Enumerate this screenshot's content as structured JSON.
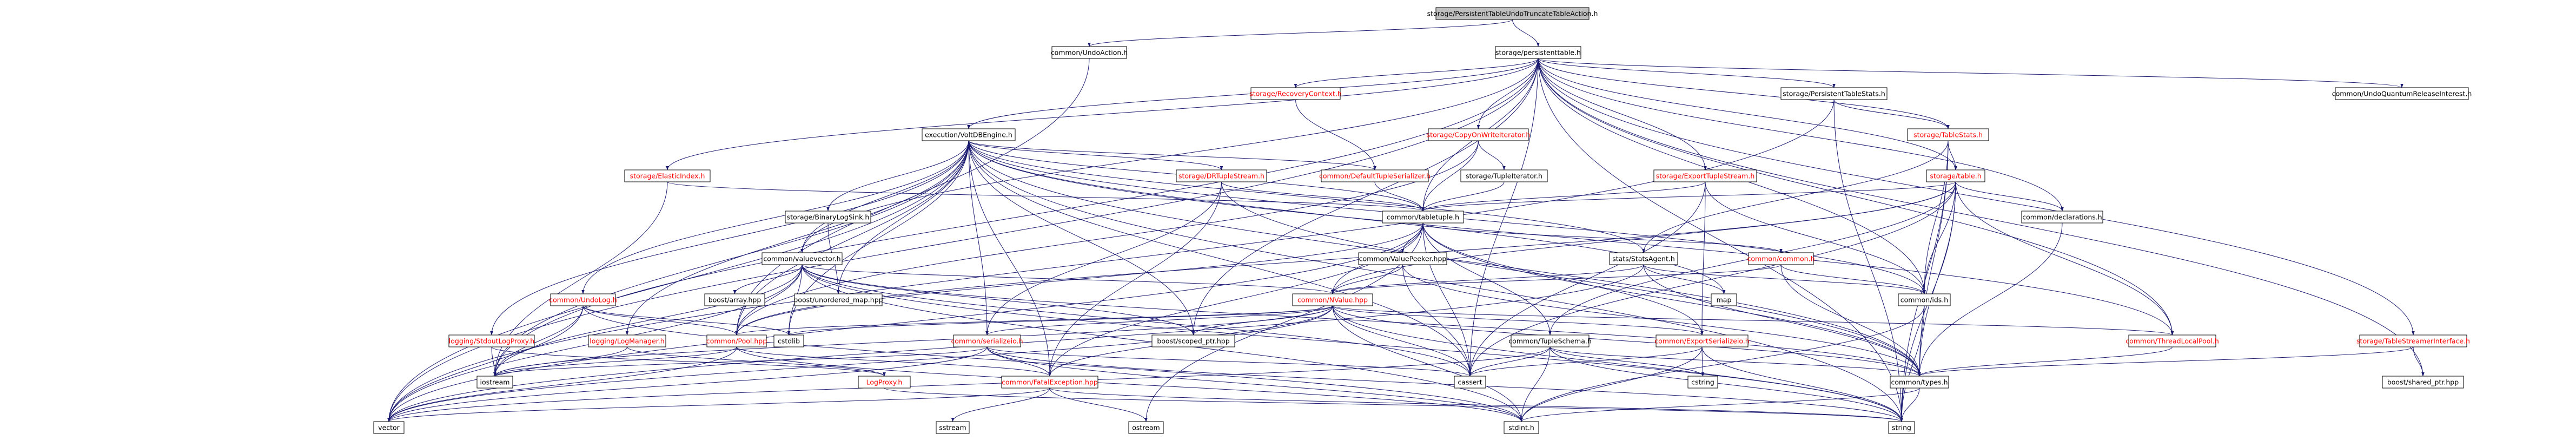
{
  "colors": {
    "edge": "#191970",
    "node_border": "#000000",
    "node_fill": "#ffffff",
    "root_fill": "#bfbfbf",
    "text_default": "#000000",
    "text_linked": "#ff0000"
  },
  "nodes": {
    "root": {
      "label": "storage/PersistentTableUndoTruncateTableAction.h",
      "style": "root"
    },
    "undoaction": {
      "label": "common/UndoAction.h",
      "style": "default"
    },
    "persistenttable": {
      "label": "storage/persistenttable.h",
      "style": "default"
    },
    "recoverycontext": {
      "label": "storage/RecoveryContext.h",
      "style": "linked"
    },
    "persistenttablestats": {
      "label": "storage/PersistentTableStats.h",
      "style": "default"
    },
    "undoquantum": {
      "label": "common/UndoQuantumReleaseInterest.h",
      "style": "default"
    },
    "voltdbengine": {
      "label": "execution/VoltDBEngine.h",
      "style": "default"
    },
    "copyonwriteiterator": {
      "label": "storage/CopyOnWriteIterator.h",
      "style": "linked"
    },
    "tablestats": {
      "label": "storage/TableStats.h",
      "style": "linked"
    },
    "defaulttupleserializer": {
      "label": "common/DefaultTupleSerializer.h",
      "style": "linked"
    },
    "elasticindex": {
      "label": "storage/ElasticIndex.h",
      "style": "linked"
    },
    "drtuplestream": {
      "label": "storage/DRTupleStream.h",
      "style": "linked"
    },
    "tupleiterator": {
      "label": "storage/TupleIterator.h",
      "style": "default"
    },
    "exporttuplestream": {
      "label": "storage/ExportTupleStream.h",
      "style": "linked"
    },
    "table": {
      "label": "storage/table.h",
      "style": "linked"
    },
    "binarylogsink": {
      "label": "storage/BinaryLogSink.h",
      "style": "default"
    },
    "tabletuple": {
      "label": "common/tabletuple.h",
      "style": "default"
    },
    "declarations": {
      "label": "common/declarations.h",
      "style": "default"
    },
    "valuevector": {
      "label": "common/valuevector.h",
      "style": "default"
    },
    "valuepeeker": {
      "label": "common/ValuePeeker.hpp",
      "style": "default"
    },
    "statsagent": {
      "label": "stats/StatsAgent.h",
      "style": "default"
    },
    "common_h": {
      "label": "common/common.h",
      "style": "linked"
    },
    "boost_array": {
      "label": "boost/array.hpp",
      "style": "default"
    },
    "undolog": {
      "label": "common/UndoLog.h",
      "style": "linked"
    },
    "unordered_map": {
      "label": "boost/unordered_map.hpp",
      "style": "default"
    },
    "nvalue": {
      "label": "common/NValue.hpp",
      "style": "linked"
    },
    "map": {
      "label": "map",
      "style": "default"
    },
    "ids": {
      "label": "common/ids.h",
      "style": "default"
    },
    "tablestreamer": {
      "label": "storage/TableStreamerInterface.h",
      "style": "linked"
    },
    "stdoutlogproxy": {
      "label": "logging/StdoutLogProxy.h",
      "style": "linked"
    },
    "logmanager": {
      "label": "logging/LogManager.h",
      "style": "linked"
    },
    "pool": {
      "label": "common/Pool.hpp",
      "style": "linked"
    },
    "cstdlib": {
      "label": "cstdlib",
      "style": "default"
    },
    "serializeio": {
      "label": "common/serializeio.h",
      "style": "linked"
    },
    "scoped_ptr": {
      "label": "boost/scoped_ptr.hpp",
      "style": "default"
    },
    "tupleschema": {
      "label": "common/TupleSchema.h",
      "style": "default"
    },
    "exportserializeio": {
      "label": "common/ExportSerializeio.h",
      "style": "linked"
    },
    "threadlocalpool": {
      "label": "common/ThreadLocalPool.h",
      "style": "linked"
    },
    "ostream": {
      "label": "ostream",
      "style": "default"
    },
    "logproxy": {
      "label": "LogProxy.h",
      "style": "linked"
    },
    "fatalexception": {
      "label": "common/FatalException.hpp",
      "style": "linked"
    },
    "cassert": {
      "label": "cassert",
      "style": "default"
    },
    "cstring": {
      "label": "cstring",
      "style": "default"
    },
    "types": {
      "label": "common/types.h",
      "style": "default"
    },
    "shared_ptr": {
      "label": "boost/shared_ptr.hpp",
      "style": "default"
    },
    "vector": {
      "label": "vector",
      "style": "default"
    },
    "sstream": {
      "label": "sstream",
      "style": "default"
    },
    "iostream": {
      "label": "iostream",
      "style": "default"
    },
    "stdint": {
      "label": "stdint.h",
      "style": "default"
    },
    "string": {
      "label": "string",
      "style": "default"
    }
  }
}
